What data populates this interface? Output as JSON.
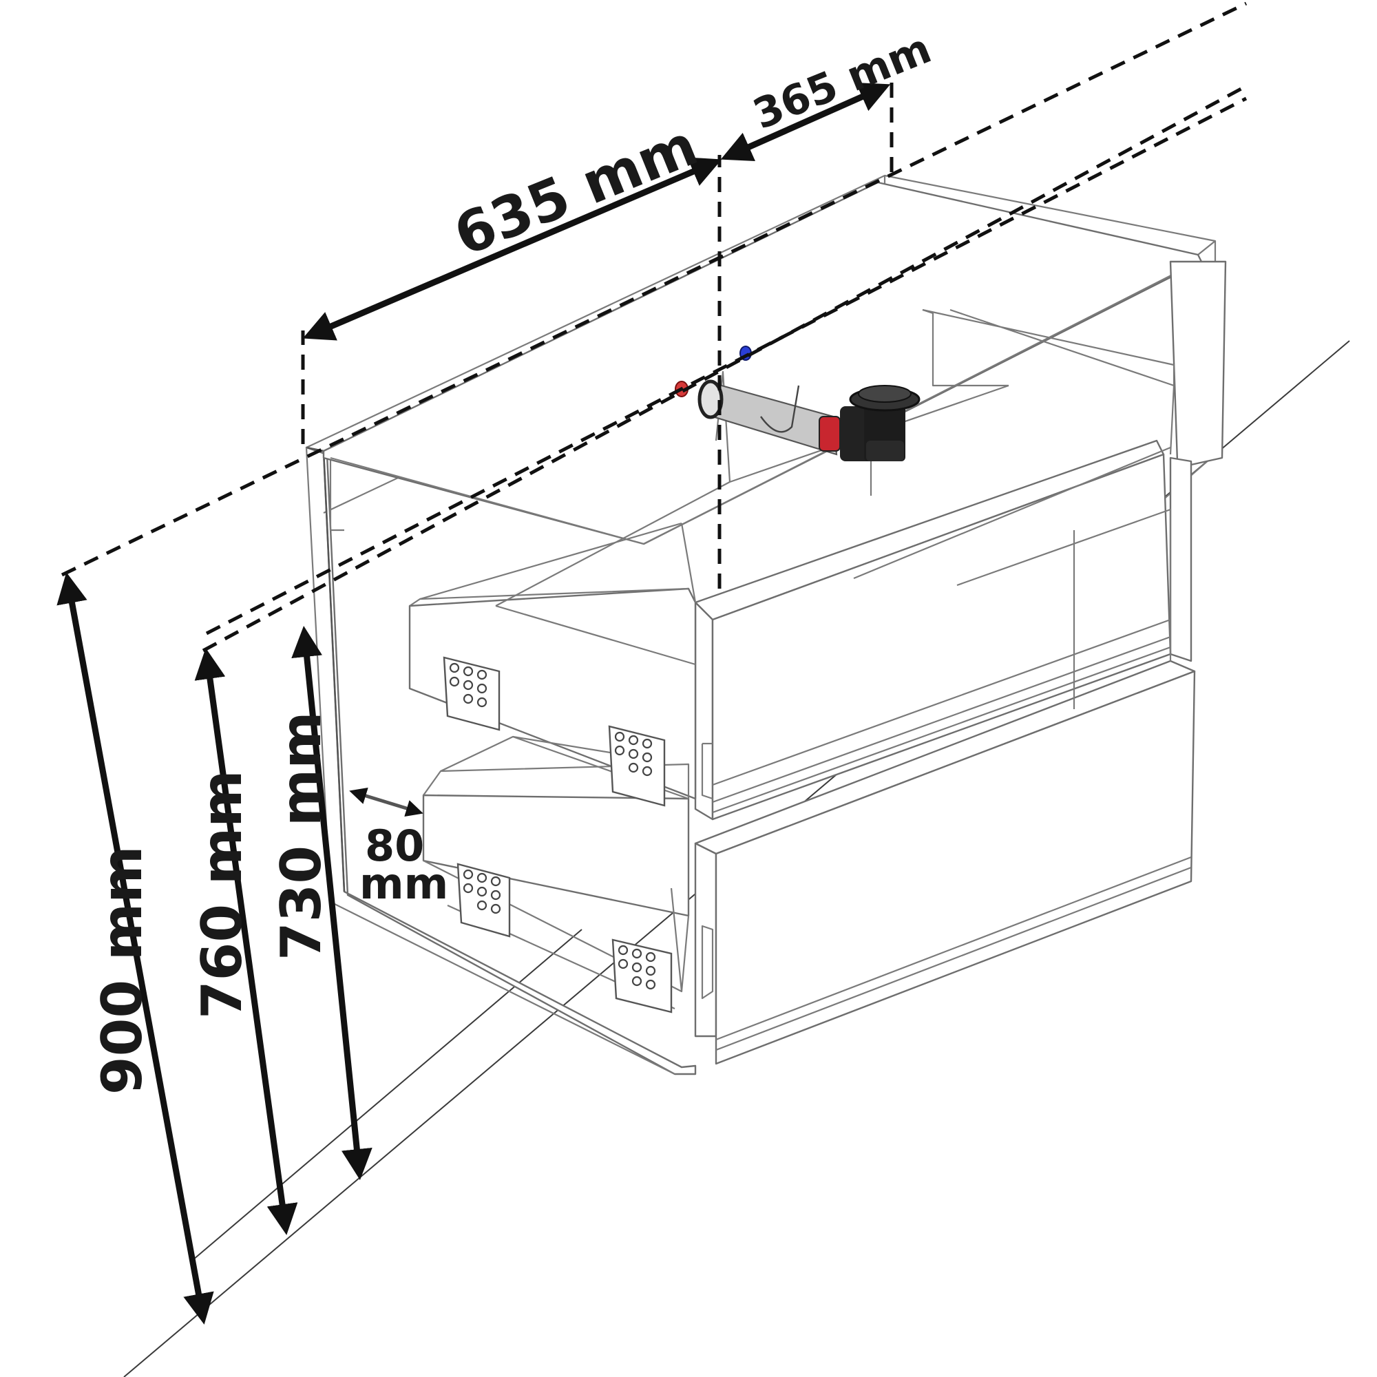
{
  "dimensions": {
    "overall_width": "635 mm",
    "siphon_offset": "365 mm",
    "height_total": "900 mm",
    "height_inlet": "760 mm",
    "height_outlet": "730 mm",
    "side_gap_value": "80",
    "side_gap_unit": "mm"
  },
  "colors": {
    "hot_water": "#d63a3a",
    "cold_water": "#2a3fd6",
    "siphon_body": "#222222",
    "siphon_ring": "#c8262f",
    "pipe": "#c8c8c8"
  },
  "icons": [
    "hot-water-connector-icon",
    "cold-water-connector-icon",
    "siphon-trap-icon"
  ]
}
